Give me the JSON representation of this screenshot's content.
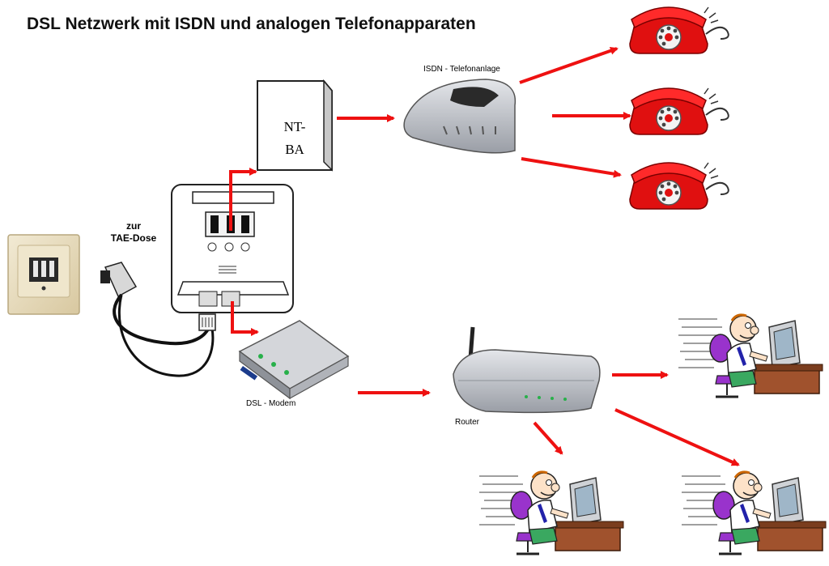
{
  "title": "DSL Netzwerk mit ISDN und analogen Telefonapparaten",
  "labels": {
    "isdn_anlage": "ISDN - Telefonanlage",
    "ntba_line1": "NT-",
    "ntba_line2": "BA",
    "tae_line1": "zur",
    "tae_line2": "TAE-Dose",
    "dsl_modem": "DSL - Modem",
    "router": "Router"
  },
  "colors": {
    "arrow": "#ee1111",
    "phone": "#e01010",
    "device_gray": "#bfc2c8",
    "wall_plate": "#e8dcc0",
    "desk": "#a0522d",
    "chair": "#9933cc"
  },
  "icons": [
    "wall-socket-icon",
    "splitter-icon",
    "ntba-box-icon",
    "isdn-pbx-icon",
    "telephone-icon",
    "dsl-modem-icon",
    "router-icon",
    "computer-user-icon"
  ]
}
